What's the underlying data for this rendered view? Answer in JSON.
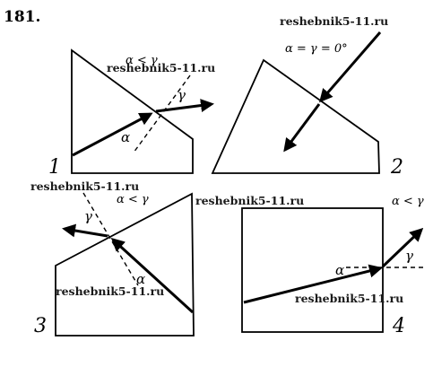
{
  "problem_number": "181.",
  "watermark": "reshebnik5-11.ru",
  "panels": [
    {
      "number": "1",
      "condition": "α < γ",
      "incidence_label": "α",
      "refraction_label": "γ"
    },
    {
      "number": "2",
      "condition": "α = γ = 0°"
    },
    {
      "number": "3",
      "condition": "α < γ",
      "incidence_label": "α",
      "refraction_label": "γ"
    },
    {
      "number": "4",
      "condition": "α < γ",
      "incidence_label": "α",
      "refraction_label": "γ"
    }
  ]
}
